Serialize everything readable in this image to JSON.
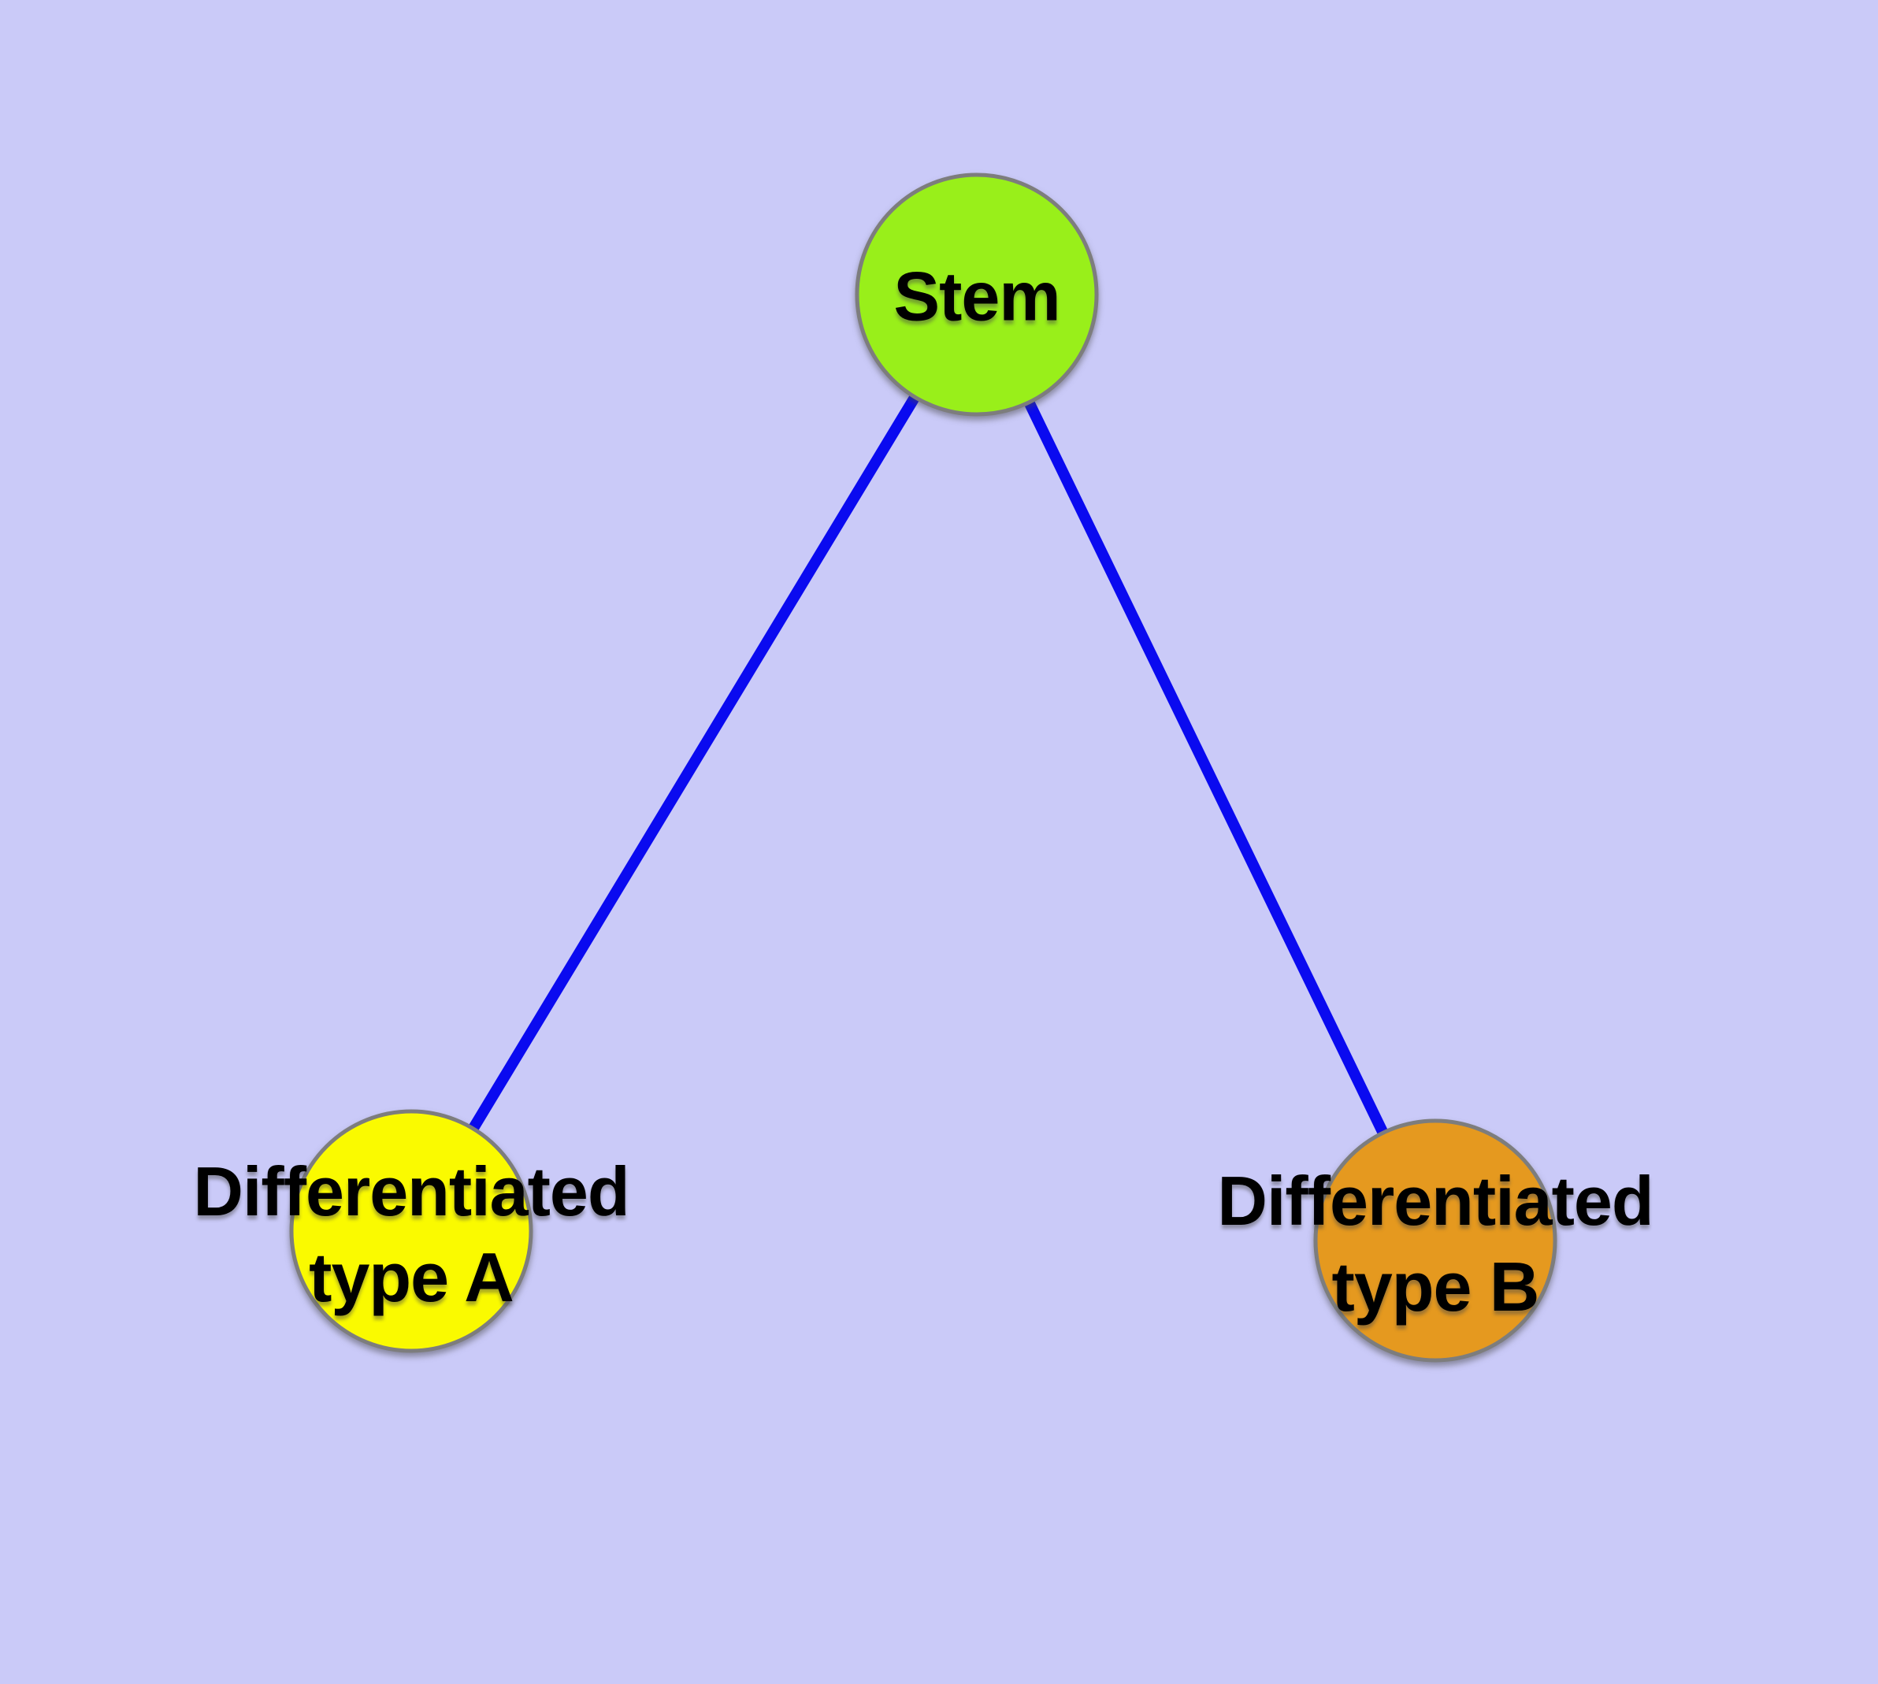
{
  "diagram": {
    "background_color": "#CACAF8",
    "edge_color": "#0A0AF0",
    "node_border_color": "#7D7D7D",
    "text_color": "#000000",
    "nodes": [
      {
        "id": "stem",
        "label": "Stem",
        "color": "#99EF1A"
      },
      {
        "id": "type-a",
        "label": "Differentiated\ntype A",
        "color": "#FAFA00"
      },
      {
        "id": "type-b",
        "label": "Differentiated\ntype B",
        "color": "#E5991F"
      }
    ],
    "edges": [
      {
        "from": "stem",
        "to": "type-a"
      },
      {
        "from": "stem",
        "to": "type-b"
      }
    ]
  }
}
